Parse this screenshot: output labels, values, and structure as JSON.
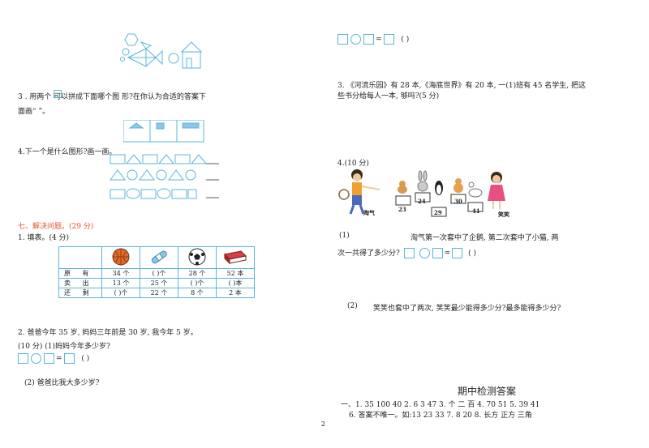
{
  "left": {
    "q3": {
      "text": "3   . 用两个   可以拼成下面哪个图  形?在你认为合适的答案下",
      "text2": "面画“      ”。"
    },
    "q4": {
      "text": "4.下一个是什么图形?画一画。"
    },
    "section7": {
      "title": "七、解决问题。(29 分)"
    },
    "q1": {
      "text": "1. 填表。(4 分)"
    },
    "table": {
      "rows": [
        {
          "label": "原 有",
          "cells": [
            "34 个",
            "(    )个",
            "28 个",
            "52 本"
          ]
        },
        {
          "label": "卖 出",
          "cells": [
            "13 个",
            "25 个",
            "(    )个",
            "(    )本"
          ]
        },
        {
          "label": "还 剩",
          "cells": [
            "(    )个",
            "22 个",
            "8 个",
            "2 本"
          ]
        }
      ],
      "icons": [
        "basketball-icon",
        "bandage-icon",
        "soccer-ball-icon",
        "book-icon"
      ]
    },
    "q2": {
      "text": "2.   爸爸今年 35 岁, 妈妈三年前是 30 岁, 我今年 5 岁。",
      "sub1": "(10 分) (1)妈妈今年多少岁?",
      "sub1_tail": "(      )",
      "sub2": "(2) 爸爸比我大多少岁?"
    }
  },
  "right": {
    "top_tail": "(      )",
    "q3": {
      "text": "3.    《河流乐园》有 28 本,《海底世界》有 20 本, 一(1)班有 45  名学生, 把这",
      "text2": "些书分给每人一本, 够吗?(5 分)"
    },
    "q4": {
      "title": "4.(10  分)",
      "name_boy": "淘气",
      "name_girl": "笑笑",
      "numbers": [
        "23",
        "24",
        "29",
        "30",
        "41"
      ],
      "sub1_a": "(1)",
      "sub1_b": "淘气第一次套中了企鹅, 第二次套中了小猫, 两",
      "sub1_c": "次一共得了多少分?",
      "sub1_tail": "(  )",
      "sub2_a": "(2)",
      "sub2_b": "笑笑也套中了两次, 笑笑最少能得多少分?最多能得多少分?"
    },
    "answers": {
      "title": "期中检测答案",
      "line1": "一、1. 35   100   40        2. 6    3     47      3. 个   二   百    4. 70    51    5. 39    41",
      "line2": "6. 答案不唯一。如:13   23    33         7. 8    20    8. 长方    正方    三角"
    }
  },
  "page_number": "2",
  "colors": {
    "accent": "#5ab4dc",
    "red": "#e8502c"
  }
}
